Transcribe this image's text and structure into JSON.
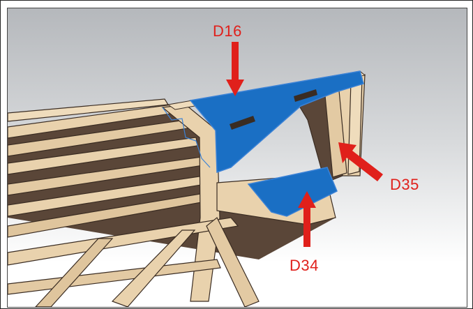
{
  "viewport": {
    "background_top": "#b5b8bc",
    "background_bottom": "#ffffff"
  },
  "model": {
    "wood_color": "#e9d2ad",
    "wood_dark": "#5a4638",
    "selected_face_color": "#1a6fc4",
    "edge_highlight_color": "#3b82d6"
  },
  "callouts": {
    "color": "#e0201b",
    "d16": {
      "text": "D16"
    },
    "d35": {
      "text": "D35"
    },
    "d34": {
      "text": "D34"
    }
  }
}
